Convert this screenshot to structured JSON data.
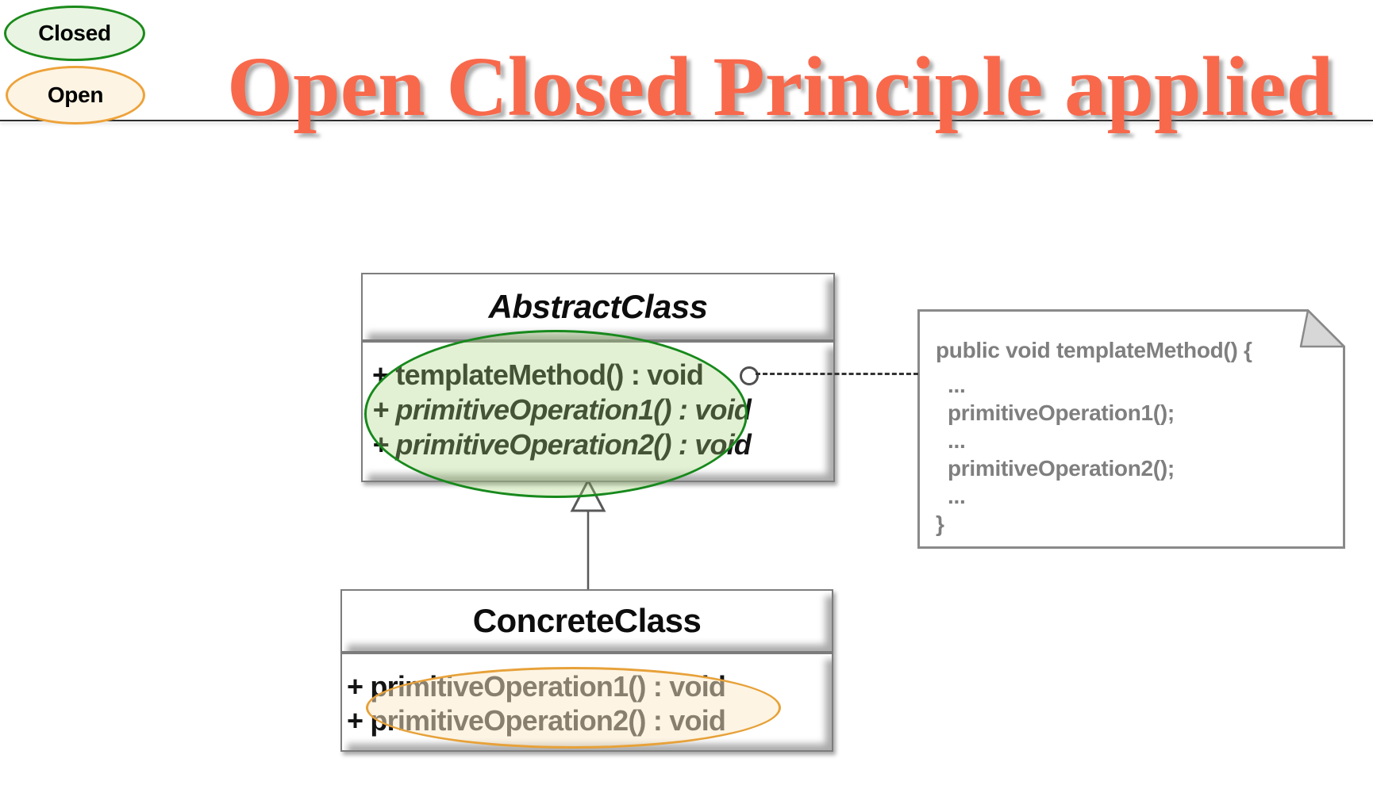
{
  "slide": {
    "title": "Open Closed Principle applied",
    "title_color": "#f8694c"
  },
  "legend": {
    "closed_label": "Closed",
    "closed_color": "#1a8a1a",
    "open_label": "Open",
    "open_color": "#eda23a"
  },
  "uml": {
    "abstract_class": {
      "name": "AbstractClass",
      "methods": [
        "+ templateMethod() : void",
        "+ primitiveOperation1() : void",
        "+ primitiveOperation2() : void"
      ]
    },
    "concrete_class": {
      "name": "ConcreteClass",
      "methods": [
        "+ primitiveOperation1() : void",
        "+ primitiveOperation2() : void"
      ]
    },
    "note": {
      "lines": [
        "public void templateMethod() {",
        "...",
        "primitiveOperation1();",
        "...",
        "primitiveOperation2();",
        "...",
        "}"
      ]
    }
  }
}
